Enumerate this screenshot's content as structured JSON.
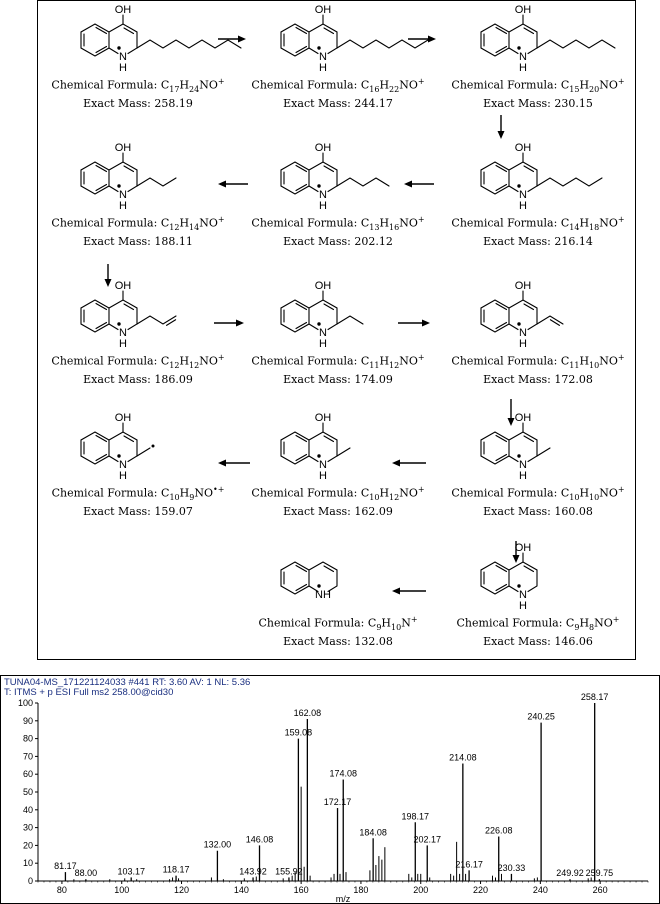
{
  "scheme": {
    "compounds": [
      {
        "id": "c1",
        "formula": "Chemical Formula: C17H24NO+",
        "mass": "Exact Mass: 258.19",
        "oh": "OH",
        "nh": "N",
        "h": "H"
      },
      {
        "id": "c2",
        "formula": "Chemical Formula: C16H22NO+",
        "mass": "Exact Mass: 244.17",
        "oh": "OH",
        "nh": "N",
        "h": "H"
      },
      {
        "id": "c3",
        "formula": "Chemical Formula: C15H20NO+",
        "mass": "Exact Mass: 230.15",
        "oh": "OH",
        "nh": "N",
        "h": "H"
      },
      {
        "id": "c4",
        "formula": "Chemical Formula: C12H14NO+",
        "mass": "Exact Mass: 188.11",
        "oh": "OH",
        "nh": "N",
        "h": "H"
      },
      {
        "id": "c5",
        "formula": "Chemical Formula: C13H16NO+",
        "mass": "Exact Mass: 202.12",
        "oh": "OH",
        "nh": "N",
        "h": "H"
      },
      {
        "id": "c6",
        "formula": "Chemical Formula: C14H18NO+",
        "mass": "Exact Mass: 216.14",
        "oh": "OH",
        "nh": "N",
        "h": "H"
      },
      {
        "id": "c7",
        "formula": "Chemical Formula: C12H12NO+",
        "mass": "Exact Mass: 186.09",
        "oh": "OH",
        "nh": "N",
        "h": "H"
      },
      {
        "id": "c8",
        "formula": "Chemical Formula: C11H12NO+",
        "mass": "Exact Mass: 174.09",
        "oh": "OH",
        "nh": "N",
        "h": "H"
      },
      {
        "id": "c9",
        "formula": "Chemical Formula: C11H10NO+",
        "mass": "Exact Mass: 172.08",
        "oh": "OH",
        "nh": "N",
        "h": "H"
      },
      {
        "id": "c10",
        "formula": "Chemical Formula: C10H9NO•+",
        "mass": "Exact Mass: 159.07",
        "oh": "OH",
        "nh": "N",
        "h": "H"
      },
      {
        "id": "c11",
        "formula": "Chemical Formula: C10H12NO+",
        "mass": "Exact Mass: 162.09",
        "oh": "OH",
        "nh": "N",
        "h": "H"
      },
      {
        "id": "c12",
        "formula": "Chemical Formula: C10H10NO+",
        "mass": "Exact Mass: 160.08",
        "oh": "OH",
        "nh": "N",
        "h": "H"
      },
      {
        "id": "c13",
        "formula": "Chemical Formula: C9H10N+",
        "mass": "Exact Mass: 132.08",
        "oh": "",
        "nh": "NH",
        "h": ""
      },
      {
        "id": "c14",
        "formula": "Chemical Formula: C9H8NO+",
        "mass": "Exact Mass: 146.06",
        "oh": "OH",
        "nh": "N",
        "h": "H"
      }
    ]
  },
  "spectrum": {
    "header_line1": "TUNA04-MS_171221124033 #441   RT: 3.60   AV: 1   NL: 5.36",
    "header_line2": "T: ITMS + p ESI Full ms2 258.00@cid30",
    "xlabel": "m/z",
    "colors": {
      "header": "#1a2f80",
      "axes": "#000000",
      "peaks": "#000000"
    }
  },
  "chart_data": {
    "type": "bar",
    "xlabel": "m/z",
    "ylabel": "",
    "xlim": [
      72,
      276
    ],
    "ylim": [
      0,
      100
    ],
    "x_ticks": [
      80,
      100,
      120,
      140,
      160,
      180,
      200,
      220,
      240,
      260
    ],
    "y_ticks": [
      0,
      10,
      20,
      30,
      40,
      50,
      60,
      70,
      80,
      90,
      100
    ],
    "labeled_peaks": [
      {
        "x": 81.17,
        "y": 5,
        "label": "81.17"
      },
      {
        "x": 88.0,
        "y": 1,
        "label": "88.00"
      },
      {
        "x": 103.17,
        "y": 2,
        "label": "103.17"
      },
      {
        "x": 118.17,
        "y": 3,
        "label": "118.17"
      },
      {
        "x": 132.0,
        "y": 17,
        "label": "132.00"
      },
      {
        "x": 143.92,
        "y": 2,
        "label": "143.92"
      },
      {
        "x": 146.08,
        "y": 20,
        "label": "146.08"
      },
      {
        "x": 155.92,
        "y": 2,
        "label": "155.92"
      },
      {
        "x": 159.08,
        "y": 80,
        "label": "159.08"
      },
      {
        "x": 162.08,
        "y": 91,
        "label": "162.08"
      },
      {
        "x": 172.17,
        "y": 41,
        "label": "172.17"
      },
      {
        "x": 174.08,
        "y": 57,
        "label": "174.08"
      },
      {
        "x": 184.08,
        "y": 24,
        "label": "184.08"
      },
      {
        "x": 198.17,
        "y": 33,
        "label": "198.17"
      },
      {
        "x": 202.17,
        "y": 20,
        "label": "202.17"
      },
      {
        "x": 214.08,
        "y": 66,
        "label": "214.08"
      },
      {
        "x": 216.17,
        "y": 6,
        "label": "216.17"
      },
      {
        "x": 226.08,
        "y": 25,
        "label": "226.08"
      },
      {
        "x": 230.33,
        "y": 4,
        "label": "230.33"
      },
      {
        "x": 240.25,
        "y": 89,
        "label": "240.25"
      },
      {
        "x": 249.92,
        "y": 1,
        "label": "249.92"
      },
      {
        "x": 258.17,
        "y": 100,
        "label": "258.17"
      },
      {
        "x": 259.75,
        "y": 1,
        "label": "259.75"
      }
    ],
    "minor_peaks": [
      {
        "x": 84,
        "y": 1
      },
      {
        "x": 96,
        "y": 1
      },
      {
        "x": 101,
        "y": 1.5
      },
      {
        "x": 105,
        "y": 1
      },
      {
        "x": 116,
        "y": 1
      },
      {
        "x": 117,
        "y": 2
      },
      {
        "x": 119,
        "y": 1.5
      },
      {
        "x": 130,
        "y": 2
      },
      {
        "x": 134,
        "y": 1
      },
      {
        "x": 141,
        "y": 1.5
      },
      {
        "x": 145,
        "y": 2.5
      },
      {
        "x": 154,
        "y": 1.5
      },
      {
        "x": 157,
        "y": 3
      },
      {
        "x": 158,
        "y": 5
      },
      {
        "x": 160,
        "y": 53
      },
      {
        "x": 161,
        "y": 8
      },
      {
        "x": 163,
        "y": 3
      },
      {
        "x": 170,
        "y": 2
      },
      {
        "x": 171,
        "y": 4
      },
      {
        "x": 173,
        "y": 4
      },
      {
        "x": 175,
        "y": 5
      },
      {
        "x": 183,
        "y": 6
      },
      {
        "x": 185,
        "y": 9
      },
      {
        "x": 186,
        "y": 14
      },
      {
        "x": 187,
        "y": 12
      },
      {
        "x": 188,
        "y": 19
      },
      {
        "x": 196,
        "y": 4
      },
      {
        "x": 197,
        "y": 2
      },
      {
        "x": 199,
        "y": 4
      },
      {
        "x": 200,
        "y": 4
      },
      {
        "x": 203,
        "y": 2
      },
      {
        "x": 210,
        "y": 4
      },
      {
        "x": 211,
        "y": 3
      },
      {
        "x": 212,
        "y": 22
      },
      {
        "x": 213,
        "y": 4
      },
      {
        "x": 215,
        "y": 4
      },
      {
        "x": 224,
        "y": 3
      },
      {
        "x": 225,
        "y": 2
      },
      {
        "x": 227,
        "y": 4
      },
      {
        "x": 238,
        "y": 1.5
      },
      {
        "x": 239,
        "y": 2
      },
      {
        "x": 256,
        "y": 1.5
      },
      {
        "x": 257,
        "y": 2
      }
    ]
  }
}
